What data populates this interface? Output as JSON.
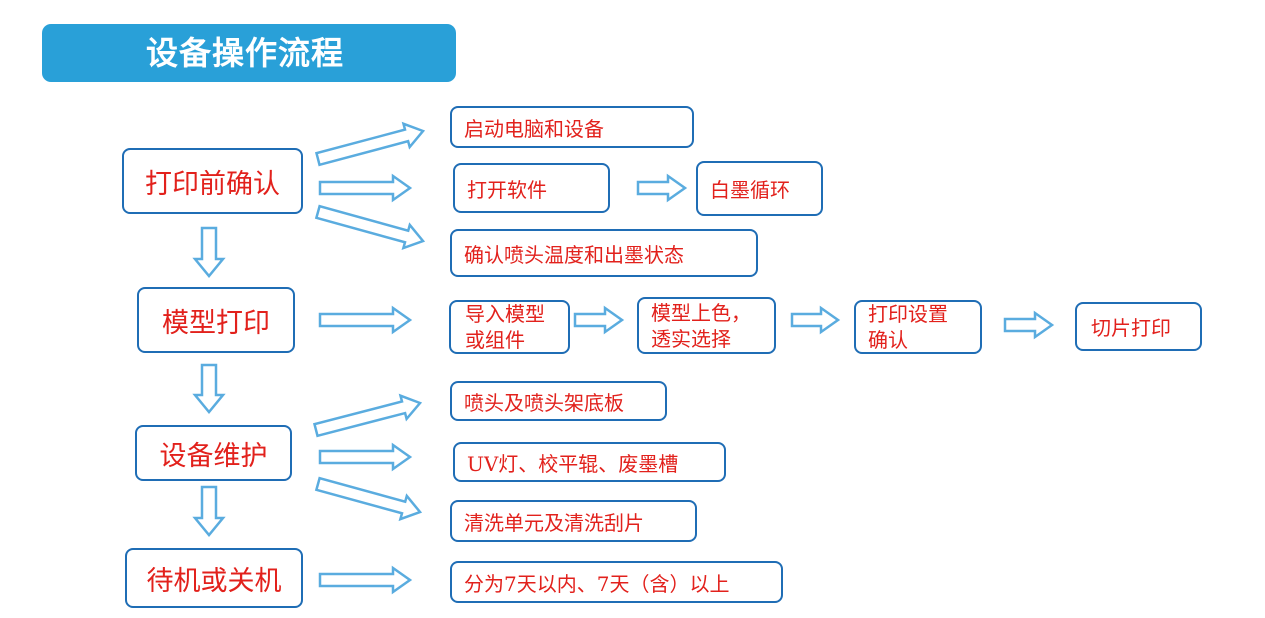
{
  "title": "设备操作流程",
  "colors": {
    "banner": "#29a0d8",
    "node_border": "#1f6db5",
    "node_text": "#e2211c",
    "arrow_fill": "#ffffff",
    "arrow_stroke": "#5aacdf"
  },
  "stages": [
    {
      "label": "打印前确认"
    },
    {
      "label": "模型打印"
    },
    {
      "label": "设备维护"
    },
    {
      "label": "待机或关机"
    }
  ],
  "pre_print": {
    "start_device": "启动电脑和设备",
    "open_software": "打开软件",
    "white_ink_cycle": "白墨循环",
    "check_nozzle": "确认喷头温度和出墨状态"
  },
  "model_print": {
    "import_model": [
      "导入模型",
      "或组件"
    ],
    "coloring": [
      "模型上色，",
      "透实选择"
    ],
    "print_settings": [
      "打印设置",
      "确认"
    ],
    "slice_print": "切片打印"
  },
  "maintenance": {
    "nozzle": "喷头及喷头架底板",
    "uv": "UV灯、校平辊、废墨槽",
    "cleaning": "清洗单元及清洗刮片"
  },
  "standby": {
    "duration": "分为7天以内、7天（含）以上"
  }
}
